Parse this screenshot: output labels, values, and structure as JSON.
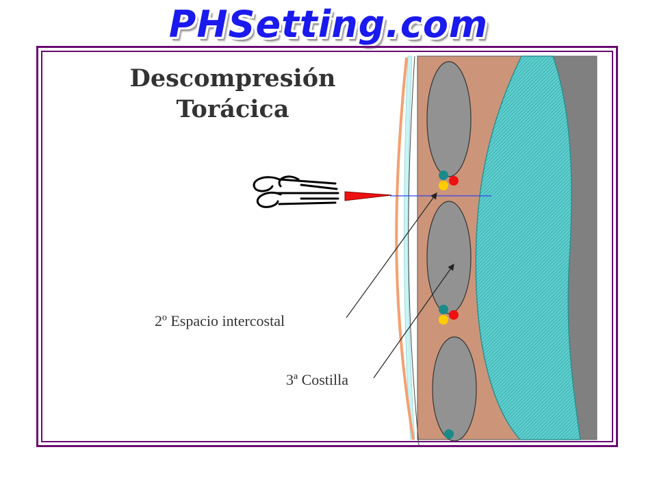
{
  "header": {
    "brand": "PHSetting.com"
  },
  "diagram": {
    "title_line1": "Descompresión",
    "title_line2": "Torácica",
    "labels": {
      "intercostal_space": "2º Espacio intercostal",
      "rib": "3ª Costilla"
    }
  },
  "colors": {
    "frame": "#6a0a72",
    "brand_text": "#1a1aee",
    "muscle": "#cc957a",
    "rib": "#929292",
    "lung": "#5fd0d0",
    "mediastinum": "#808080",
    "pleura": "#c8f4f4",
    "skin_line": "#f4a070",
    "needle": "#ee1111",
    "guide_line": "#3344ee",
    "artery": "#ee1111",
    "vein": "#1a8a8a",
    "nerve": "#ffcc00"
  }
}
